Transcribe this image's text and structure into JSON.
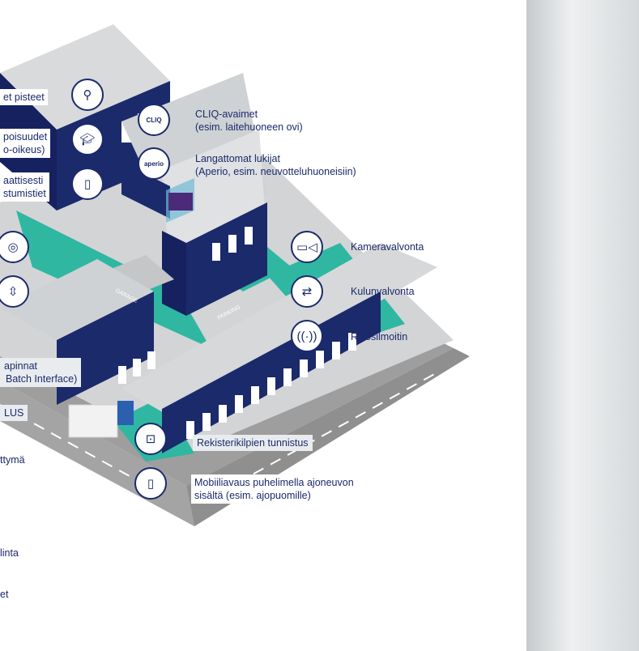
{
  "labels": {
    "pisteet": "et pisteet",
    "poisuudet_1": "poisuudet",
    "poisuudet_2": "o-oikeus)",
    "aattisesti_1": "aattisesti",
    "aattisesti_2": "stumistiet",
    "cliq_1": "CLIQ-avaimet",
    "cliq_2": "(esim. laitehuoneen ovi)",
    "wireless_1": "Langattomat lukijat",
    "wireless_2": "(Aperio, esim. neuvotteluhuoneisiin)",
    "kamera": "Kameravalvonta",
    "kulun": "Kulunvalvonta",
    "rikos": "Rikosilmoitin",
    "rajapinnat_1": "apinnat",
    "rajapinnat_2": "Batch Interface)",
    "plus": "LUS",
    "nakyma": "ttymä",
    "rekisteri": "Rekisterikilpien tunnistus",
    "mobiili_1": "Mobiiliavaus puhelimella ajoneuvon",
    "mobiili_2": "sisältä (esim. ajopuomille)",
    "linta": "linta",
    "et": "et",
    "garage": "GARAGE",
    "parking": "PARKING"
  },
  "icons": {
    "cliq": "CLIQ",
    "aperio": "aperio"
  },
  "colors": {
    "navy": "#1b2a6b",
    "teal": "#2fb5a0",
    "roof": "#d9dadb",
    "road": "#9b9b9b"
  }
}
